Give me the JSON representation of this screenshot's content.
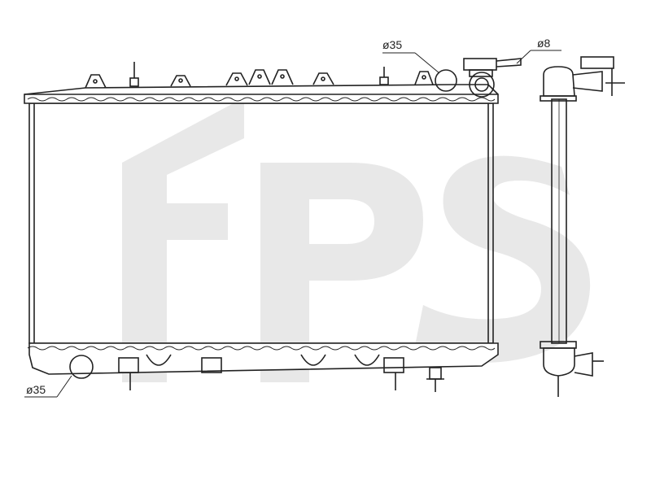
{
  "colors": {
    "line": "#222222",
    "watermark": "#e6e6e6",
    "background": "#ffffff"
  },
  "watermark": {
    "logo_text": "FPS"
  },
  "dimensions": {
    "top_inlet_diameter": "ø35",
    "cap_pipe_diameter": "ø8",
    "bottom_outlet_diameter": "ø35"
  }
}
